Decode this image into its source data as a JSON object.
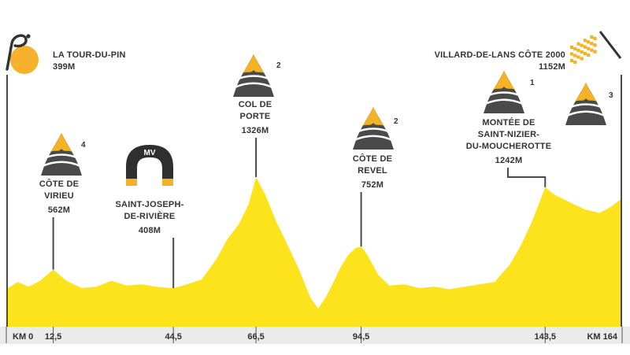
{
  "start": {
    "name": "LA TOUR-DU-PIN",
    "alt": "399M",
    "km": 0
  },
  "finish": {
    "name": "VILLARD-DE-LANS CÔTE 2000",
    "alt": "1152M",
    "km": 164
  },
  "climbs": [
    {
      "id": "virieu",
      "cat": "4",
      "lines": [
        "CÔTE DE",
        "VIRIEU",
        "562M"
      ],
      "km": 12.5,
      "alt": 562
    },
    {
      "id": "porte",
      "cat": "2",
      "lines": [
        "COL DE",
        "PORTE",
        "1326M"
      ],
      "km": 66.5,
      "alt": 1326
    },
    {
      "id": "revel",
      "cat": "2",
      "lines": [
        "CÔTE DE",
        "REVEL",
        "752M"
      ],
      "km": 94.5,
      "alt": 752
    },
    {
      "id": "saint-nizier",
      "cat": "1",
      "lines": [
        "MONTÉE DE",
        "SAINT-NIZIER-",
        "DU-MOUCHEROTTE",
        "1242M"
      ],
      "km": 143.5,
      "alt": 1242
    },
    {
      "id": "finish-climb",
      "cat": "3",
      "km": 164
    }
  ],
  "sprint": {
    "badge": "MV",
    "lines": [
      "SAINT-JOSEPH-",
      "DE-RIVIÈRE",
      "408M"
    ],
    "km": 44.5,
    "alt": 408
  },
  "axis": {
    "ticks": [
      {
        "km": 0,
        "label": "KM 0"
      },
      {
        "km": 12.5,
        "label": "12,5"
      },
      {
        "km": 44.5,
        "label": "44,5"
      },
      {
        "km": 66.5,
        "label": "66,5"
      },
      {
        "km": 94.5,
        "label": "94,5"
      },
      {
        "km": 143.5,
        "label": "143,5"
      },
      {
        "km": 164,
        "label": "KM 164"
      }
    ]
  },
  "colors": {
    "profile": "#fce31b",
    "axis_band": "#ebebeb",
    "leader": "#4a4a4a",
    "mountain": "#4a4a4a",
    "peak": "#f4b324",
    "start_dot": "#f7b22d"
  },
  "chart_data": {
    "type": "area",
    "title": "",
    "xlabel": "",
    "ylabel": "",
    "x_units": "km",
    "y_units": "m",
    "xlim": [
      0,
      164
    ],
    "x": [
      0,
      3,
      6,
      9,
      12.5,
      16,
      20,
      24,
      28,
      32,
      36,
      40,
      44.5,
      48,
      52,
      56,
      59,
      62,
      64.5,
      66.5,
      69,
      72,
      75,
      78,
      81,
      83,
      85,
      87,
      89,
      91,
      93,
      94.5,
      96,
      99,
      102,
      106,
      110,
      114,
      118,
      122,
      126,
      130,
      134,
      137,
      140,
      143.5,
      146,
      150,
      154,
      158,
      161,
      164
    ],
    "y": [
      399,
      460,
      420,
      470,
      562,
      470,
      410,
      420,
      470,
      430,
      440,
      420,
      408,
      440,
      480,
      650,
      820,
      940,
      1100,
      1326,
      1180,
      950,
      760,
      560,
      330,
      240,
      330,
      450,
      580,
      680,
      740,
      752,
      690,
      520,
      430,
      440,
      410,
      420,
      400,
      420,
      440,
      460,
      600,
      760,
      960,
      1242,
      1180,
      1120,
      1060,
      1030,
      1080,
      1152
    ]
  }
}
